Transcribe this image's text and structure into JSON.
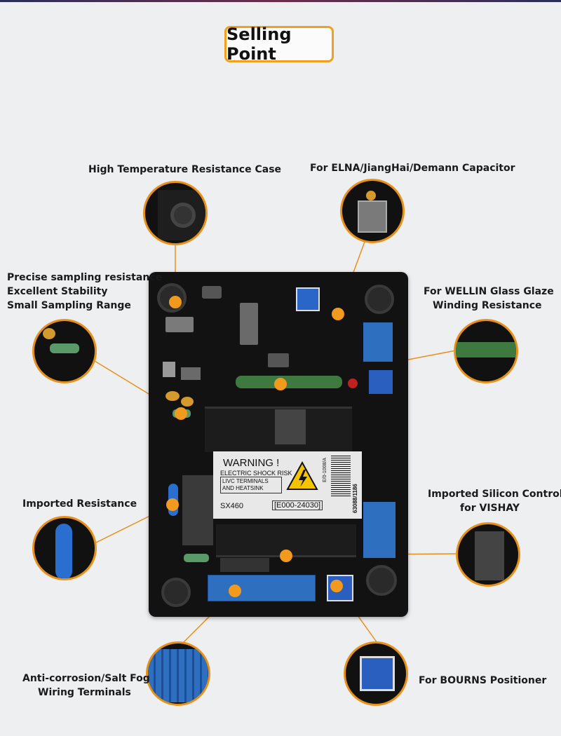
{
  "header": {
    "title": "Selling Point"
  },
  "features": {
    "case": "High Temperature Resistance Case",
    "capacitor": "For ELNA/JiangHai/Demann Capacitor",
    "sampling_1": "Precise sampling resistance",
    "sampling_2": "Excellent Stability",
    "sampling_3": "Small Sampling Range",
    "glaze_1": "For WELLIN Glass Glaze",
    "glaze_2": "Winding Resistance",
    "resistance": "Imported Resistance",
    "silicon_1": "Imported Silicon Control",
    "silicon_2": "for VISHAY",
    "terminal_1": "Anti-corrosion/Salt Fog",
    "terminal_2": "Wiring Terminals",
    "positioner": "For BOURNS Positioner"
  },
  "label": {
    "warning": "WARNING !",
    "shock": "ELECTRIC SHOCK RISK",
    "live_1": "LIVC TERMINALS",
    "live_2": "AND HEATSINK",
    "model": "SX460",
    "part": "[E000-24030]",
    "serial": "63088/1186",
    "code": "E/0-1008/A"
  },
  "colors": {
    "accent": "#f0a01c",
    "board": "#121212",
    "background": "#eeeff1"
  }
}
